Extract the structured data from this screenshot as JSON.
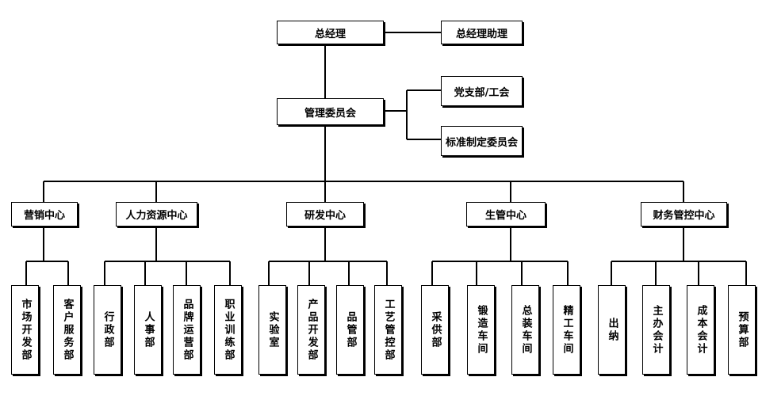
{
  "top": {
    "gm": "总经理",
    "assistant": "总经理助理"
  },
  "committee": {
    "name": "管理委员会",
    "party": "党支部/工会",
    "standards": "标准制定委员会"
  },
  "centers": {
    "marketing": "营销中心",
    "hr": "人力资源中心",
    "rd": "研发中心",
    "production": "生管中心",
    "finance": "财务管控中心"
  },
  "departments": {
    "marketing": [
      "市场开发部",
      "客户服务部"
    ],
    "hr": [
      "行政部",
      "人事部",
      "品牌运营部",
      "职业训练部"
    ],
    "rd": [
      "实验室",
      "产品开发部",
      "品管部",
      "工艺管控部"
    ],
    "production": [
      "采供部",
      "锻造车间",
      "总装车间",
      "精工车间"
    ],
    "finance": [
      "出纳",
      "主办会计",
      "成本会计",
      "预算部"
    ]
  }
}
